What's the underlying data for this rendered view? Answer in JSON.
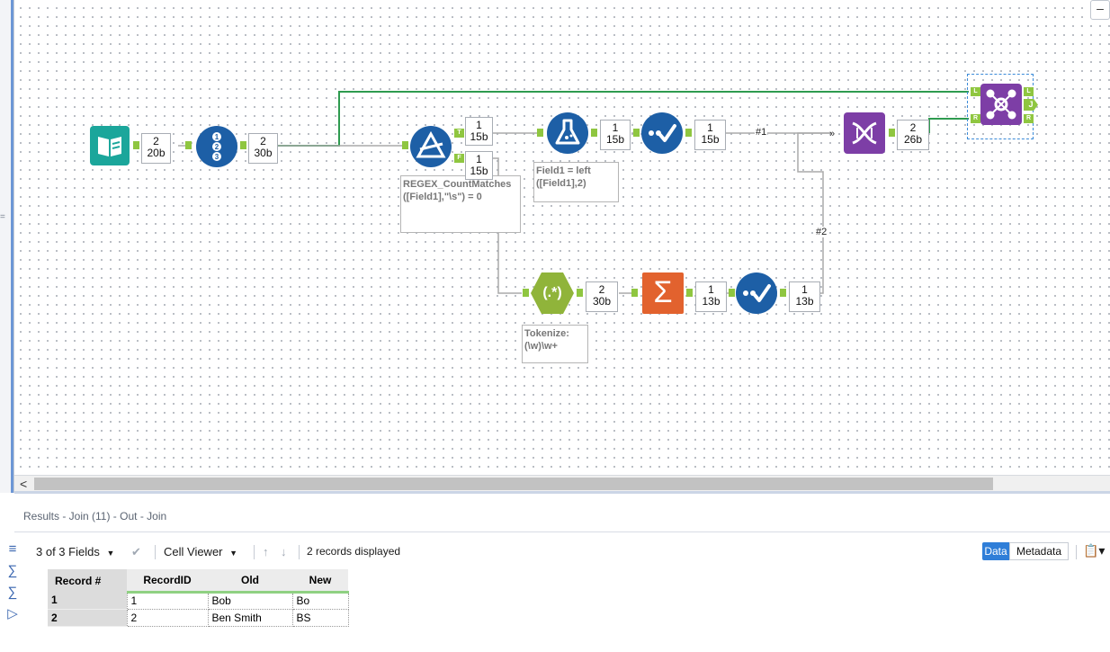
{
  "window": {
    "collapse_symbol": "–"
  },
  "workflow": {
    "counts": [
      {
        "records": "2",
        "bytes": "20b"
      },
      {
        "records": "2",
        "bytes": "30b"
      },
      {
        "records": "1",
        "bytes": "15b"
      },
      {
        "records": "1",
        "bytes": "15b"
      },
      {
        "records": "1",
        "bytes": "15b"
      },
      {
        "records": "1",
        "bytes": "15b"
      },
      {
        "records": "2",
        "bytes": "26b"
      },
      {
        "records": "2",
        "bytes": "30b"
      },
      {
        "records": "1",
        "bytes": "13b"
      },
      {
        "records": "1",
        "bytes": "13b"
      }
    ],
    "filter_annotation": "REGEX_CountMatches([Field1],\"\\s\") = 0",
    "formula_annotation": "Field1 = left ([Field1],2)",
    "regex_annotation": "Tokenize: (\\w)\\w+",
    "filter_tags": {
      "true": "T",
      "false": "F"
    },
    "join_tags": {
      "left": "L",
      "right": "R",
      "join": "J"
    },
    "wire_labels": {
      "first": "#1",
      "second": "#2"
    },
    "formula_icon_glyph": "⚗",
    "regex_icon_glyph": "(.*)",
    "summarize_icon_glyph": "Σ",
    "colors": {
      "input": "#1ba69b",
      "preparation": "#1d5fa6",
      "transform": "#e2622e",
      "join": "#7d3ea6",
      "parse": "#90b43a",
      "wire": "#2e9b4f",
      "anchor": "#8fc640"
    }
  },
  "results": {
    "title": "Results - Join (11) - Out - Join",
    "fields_label": "3 of 3 Fields",
    "cell_viewer_label": "Cell Viewer",
    "records_label": "2 records displayed",
    "data_button": "Data",
    "metadata_button": "Metadata",
    "table": {
      "headers": [
        "Record #",
        "RecordID",
        "Old",
        "New"
      ],
      "rows": [
        [
          "1",
          "1",
          "Bob",
          "Bo"
        ],
        [
          "2",
          "2",
          "Ben Smith",
          "BS"
        ]
      ]
    }
  }
}
